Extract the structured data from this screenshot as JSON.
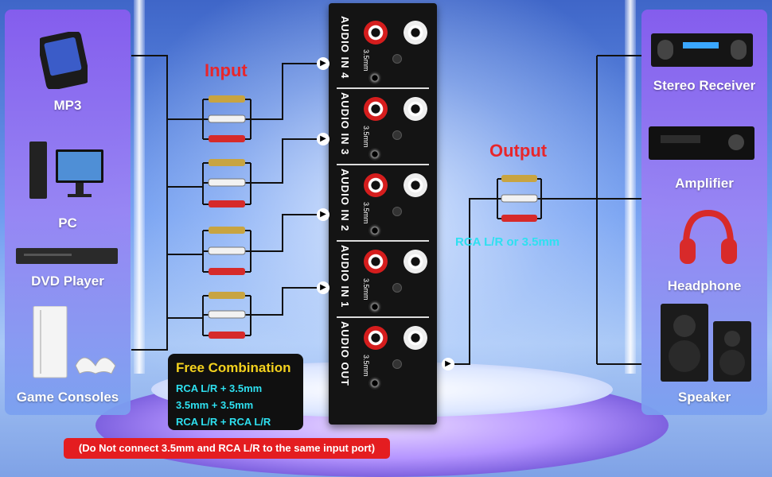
{
  "left_devices": [
    {
      "label": "MP3",
      "icon": "mp3-player-icon"
    },
    {
      "label": "PC",
      "icon": "pc-icon"
    },
    {
      "label": "DVD Player",
      "icon": "dvd-player-icon"
    },
    {
      "label": "Game Consoles",
      "icon": "game-console-icon"
    }
  ],
  "right_devices": [
    {
      "label": "Stereo Receiver",
      "icon": "stereo-receiver-icon"
    },
    {
      "label": "Amplifier",
      "icon": "amplifier-icon"
    },
    {
      "label": "Headphone",
      "icon": "headphone-icon"
    },
    {
      "label": "Speaker",
      "icon": "speaker-icon"
    }
  ],
  "input_title": "Input",
  "output_title": "Output",
  "output_option": "RCA L/R or 3.5mm",
  "switch": {
    "ports": [
      {
        "label": "AUDIO   IN 4",
        "jack": "3.5mm"
      },
      {
        "label": "AUDIO   IN 3",
        "jack": "3.5mm"
      },
      {
        "label": "AUDIO   IN 2",
        "jack": "3.5mm"
      },
      {
        "label": "AUDIO   IN 1",
        "jack": "3.5mm"
      },
      {
        "label": "AUDIO   OUT",
        "jack": "3.5mm"
      }
    ]
  },
  "combination": {
    "title": "Free Combination",
    "lines": [
      "RCA L/R + 3.5mm",
      "3.5mm + 3.5mm",
      "RCA L/R + RCA L/R"
    ]
  },
  "warning": "(Do Not connect 3.5mm and RCA L/R to the same input port)",
  "colors": {
    "accent_red": "#e8262b",
    "accent_cyan": "#2ee0f0",
    "accent_yellow": "#f4d21e"
  }
}
